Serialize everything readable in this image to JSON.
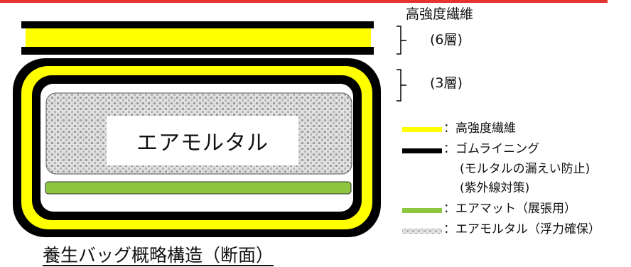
{
  "labels": {
    "fiber_top": "高強度繊維",
    "layers_6": "(6層)",
    "layers_3": "(3層)",
    "core": "エアモルタル"
  },
  "legend": [
    {
      "text": "：高強度繊維",
      "color": "#ffff00"
    },
    {
      "text": "：ゴムライニング",
      "color": "#000000"
    },
    {
      "text": "(モルタルの漏えい防止)"
    },
    {
      "text": "(紫外線対策)"
    },
    {
      "text": "：エアマット（展張用）",
      "color": "#8dc63f"
    },
    {
      "text": "：エアモルタル（浮力確保）"
    }
  ],
  "title": "養生バッグ概略構造（断面）",
  "colors": {
    "accent_red": "#e3342f",
    "yellow": "#ffff00",
    "black": "#000000",
    "green": "#8dc63f"
  }
}
